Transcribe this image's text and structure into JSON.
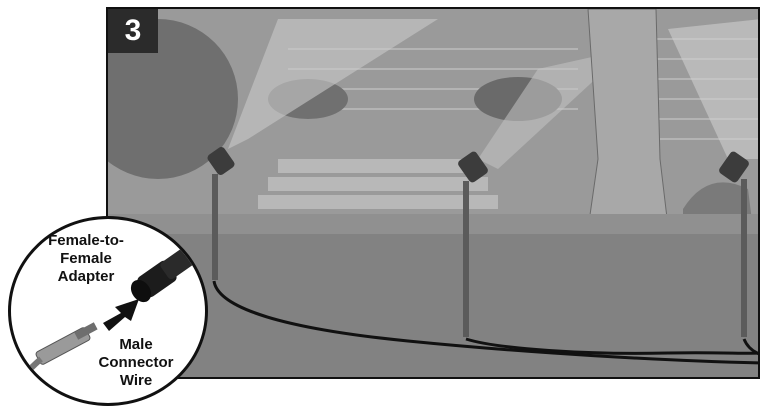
{
  "step": {
    "number": "3"
  },
  "inset": {
    "adapter_label_line1": "Female-to-",
    "adapter_label_line2": "Female",
    "adapter_label_line3": "Adapter",
    "male_label_line1": "Male",
    "male_label_line2": "Connector",
    "male_label_line3": "Wire"
  },
  "colors": {
    "badge": "#2b2b2b",
    "frame": "#111111",
    "wire": "#111111",
    "scene_gray": "#8a8a8a"
  }
}
